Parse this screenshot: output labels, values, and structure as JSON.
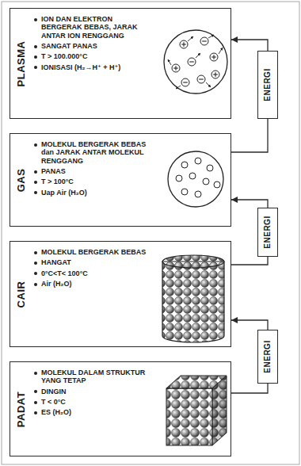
{
  "diagram": {
    "nodes": [
      {
        "text": [
          "PLASMA",
          "ION DAN ELEKTRON BERGERAK BEBAS, JARAK ANTAR ION RENGGANG",
          "SANGAT PANAS",
          "T > 100.000°C",
          "IONISASI (H₂→H⁺ + H⁺)"
        ]
      },
      {
        "text": [
          "ENERGI"
        ]
      },
      {
        "text": [
          "GAS",
          "MOLEKUL BERGERAK BEBAS dan JARAK ANTAR MOLEKUL RENGGANG",
          "PANAS",
          "T > 100°C",
          "Uap Air (H₂O)"
        ]
      },
      {
        "text": [
          "ENERGI"
        ]
      },
      {
        "text": [
          "CAIR",
          "MOLEKUL BERGERAK BEBAS",
          "HANGAT",
          "0°C<T< 100°C",
          "Air (H₂O)"
        ]
      },
      {
        "text": [
          "ENERGI"
        ]
      },
      {
        "text": [
          "PADAT",
          "MOLEKUL DALAM STRUKTUR YANG TETAP",
          "DINGIN",
          "T < 0°C",
          "ES (H₂O)"
        ]
      }
    ],
    "edges": [
      {
        "from": 6,
        "to": 5,
        "arrow": "none"
      },
      {
        "from": 5,
        "to": 4,
        "arrow": "to"
      },
      {
        "from": 4,
        "to": 3,
        "arrow": "none"
      },
      {
        "from": 3,
        "to": 2,
        "arrow": "to"
      },
      {
        "from": 2,
        "to": 1,
        "arrow": "none"
      },
      {
        "from": 1,
        "to": 0,
        "arrow": "to"
      }
    ]
  }
}
